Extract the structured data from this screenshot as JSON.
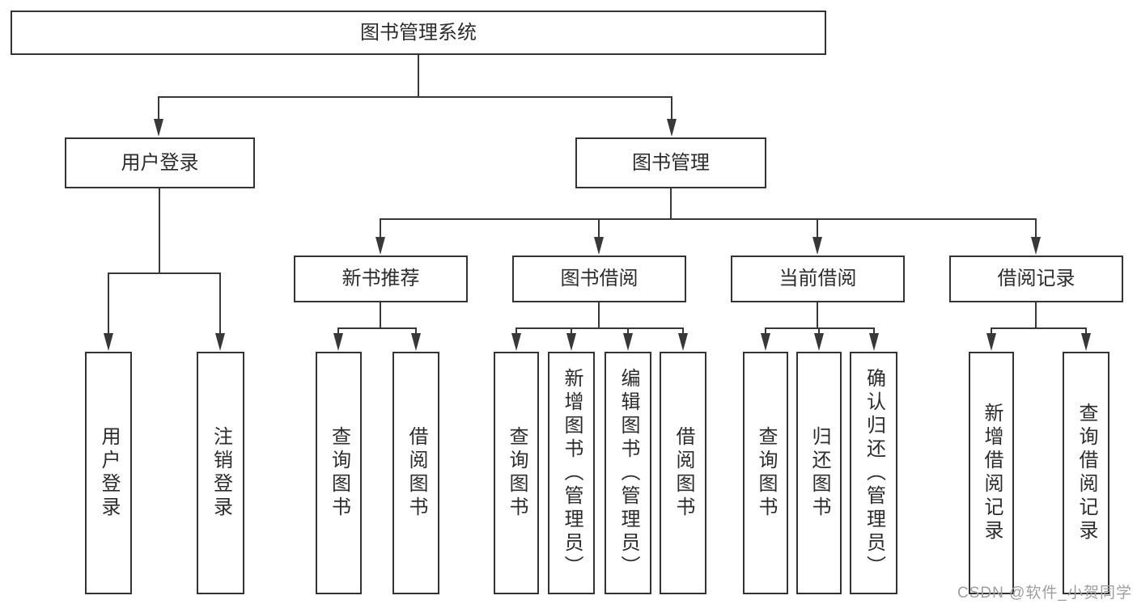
{
  "tree": {
    "root": {
      "label": "图书管理系统",
      "children": [
        {
          "label": "用户登录",
          "children": [
            {
              "label": "用户登录"
            },
            {
              "label": "注销登录"
            }
          ]
        },
        {
          "label": "图书管理",
          "children": [
            {
              "label": "新书推荐",
              "children": [
                {
                  "label": "查询图书"
                },
                {
                  "label": "借阅图书"
                }
              ]
            },
            {
              "label": "图书借阅",
              "children": [
                {
                  "label": "查询图书"
                },
                {
                  "label": "新增图书（管理员）"
                },
                {
                  "label": "编辑图书（管理员）"
                },
                {
                  "label": "借阅图书"
                }
              ]
            },
            {
              "label": "当前借阅",
              "children": [
                {
                  "label": "查询图书"
                },
                {
                  "label": "归还图书"
                },
                {
                  "label": "确认归还（管理员）"
                }
              ]
            },
            {
              "label": "借阅记录",
              "children": [
                {
                  "label": "新增借阅记录"
                },
                {
                  "label": "查询借阅记录"
                }
              ]
            }
          ]
        }
      ]
    }
  },
  "watermark": {
    "text": "CSDN @软件_小贺同学"
  },
  "colors": {
    "line": "#383838",
    "box_border": "#333333",
    "text": "#2c2c2c",
    "background": "#ffffff",
    "watermark_text": "#9e9e9e"
  }
}
